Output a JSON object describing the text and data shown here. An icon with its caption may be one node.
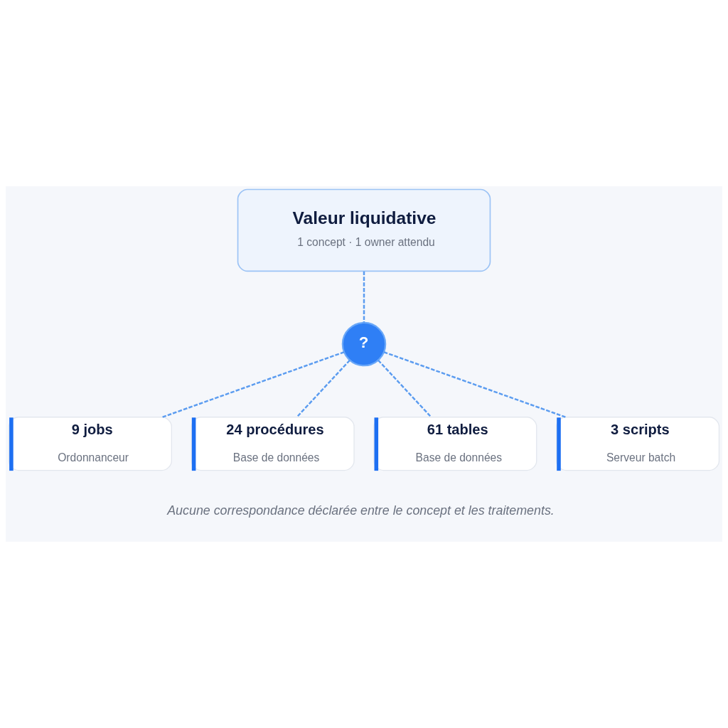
{
  "diagram": {
    "caption": "Aucune correspondance déclarée entre le concept et les traitements.",
    "nodes": [
      {
        "text": [
          "Valeur liquidative",
          "1 concept · 1 owner attendu"
        ]
      },
      {
        "text": [
          "?"
        ]
      },
      {
        "text": [
          "9 jobs",
          "Ordonnanceur"
        ]
      },
      {
        "text": [
          "24 procédures",
          "Base de données"
        ]
      },
      {
        "text": [
          "61 tables",
          "Base de données"
        ]
      },
      {
        "text": [
          "3 scripts",
          "Serveur batch"
        ]
      }
    ],
    "edges": [
      {
        "from": 0,
        "to": 1,
        "arrow": "none",
        "style": "dashed"
      },
      {
        "from": 1,
        "to": 2,
        "arrow": "none",
        "style": "dashed"
      },
      {
        "from": 1,
        "to": 3,
        "arrow": "none",
        "style": "dashed"
      },
      {
        "from": 1,
        "to": 4,
        "arrow": "none",
        "style": "dashed"
      },
      {
        "from": 1,
        "to": 5,
        "arrow": "none",
        "style": "dashed"
      }
    ]
  }
}
